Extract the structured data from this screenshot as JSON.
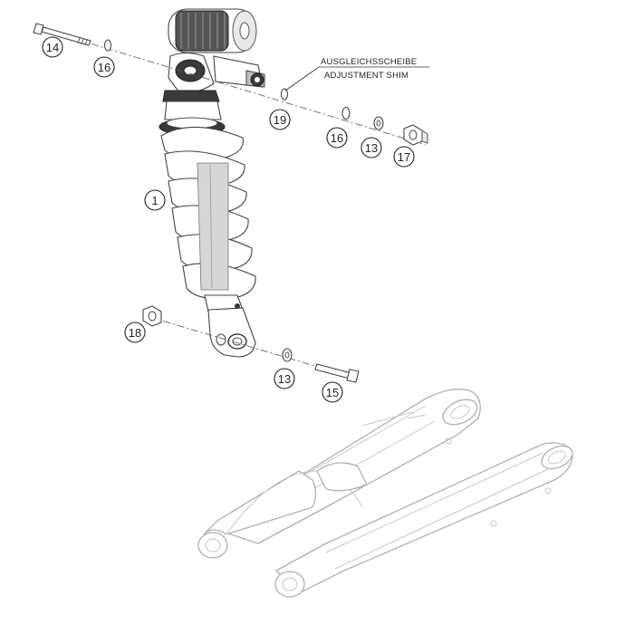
{
  "callout": {
    "line1": "AUSGLEICHSSCHEIBE",
    "line2": "ADJUSTMENT SHIM"
  },
  "labels": {
    "p14": "14",
    "p16a": "16",
    "p19": "19",
    "p16b": "16",
    "p13a": "13",
    "p17": "17",
    "p1": "1",
    "p18": "18",
    "p13b": "13",
    "p15": "15"
  }
}
